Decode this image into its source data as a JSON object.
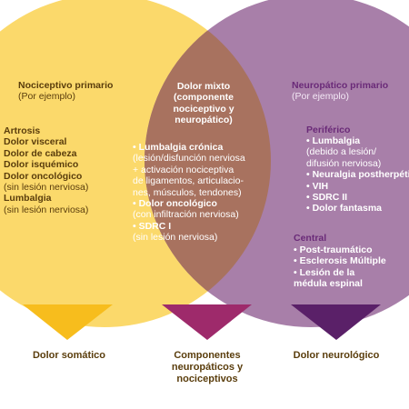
{
  "left": {
    "title": "Nociceptivo primario",
    "subtitle": "(Por ejemplo)",
    "items": [
      {
        "text": "Artrosis",
        "bold": true
      },
      {
        "text": "Dolor visceral",
        "bold": true
      },
      {
        "text": "Dolor de cabeza",
        "bold": true
      },
      {
        "text": "Dolor isquémico",
        "bold": true
      },
      {
        "text": "Dolor oncológico",
        "bold": true
      },
      {
        "text": "(sin lesión nerviosa)",
        "bold": false
      },
      {
        "text": "Lumbalgia",
        "bold": true
      },
      {
        "text": "(sin lesión nerviosa)",
        "bold": false
      }
    ],
    "footer": "Dolor somático"
  },
  "middle": {
    "title_lines": [
      "Dolor mixto",
      "(componente",
      "nociceptivo y",
      "neuropático)"
    ],
    "items": [
      {
        "text": "• Lumbalgia crónica",
        "bold": true
      },
      {
        "text": "(lesión/disfunción nerviosa",
        "bold": false
      },
      {
        "text": "+ activación nociceptiva",
        "bold": false
      },
      {
        "text": "de ligamentos, articulacio-",
        "bold": false
      },
      {
        "text": "nes, músculos, tendones)",
        "bold": false
      },
      {
        "text": "• Dolor oncológico",
        "bold": true
      },
      {
        "text": "(con infiltración nerviosa)",
        "bold": false
      },
      {
        "text": "• SDRC I",
        "bold": true
      },
      {
        "text": "(sin lesión nerviosa)",
        "bold": false
      }
    ],
    "footer_lines": [
      "Componentes",
      "neuropáticos y",
      "nociceptivos"
    ]
  },
  "right": {
    "title": "Neuropático primario",
    "subtitle": "(Por ejemplo)",
    "group1_title": "Periférico",
    "group1_items": [
      {
        "text": "• Lumbalgia",
        "bold": true
      },
      {
        "text": "(debido a lesión/",
        "bold": false
      },
      {
        "text": "difusión nerviosa)",
        "bold": false
      },
      {
        "text": "• Neuralgia postherpética",
        "bold": true
      },
      {
        "text": "• VIH",
        "bold": true
      },
      {
        "text": "• SDRC II",
        "bold": true
      },
      {
        "text": "• Dolor fantasma",
        "bold": true
      }
    ],
    "group2_title": "Central",
    "group2_items": [
      {
        "text": "• Post-traumático",
        "bold": true
      },
      {
        "text": "• Esclerosis Múltiple",
        "bold": true
      },
      {
        "text": "• Lesión de la",
        "bold": true
      },
      {
        "text": "médula espinal",
        "bold": true
      }
    ],
    "footer": "Dolor neurológico"
  },
  "colors": {
    "yellow": "#fbd96b",
    "overlap": "#a8725f",
    "purple": "#a87fa9",
    "arrow_left": "#f7bd1d",
    "arrow_mid": "#9e2a6b",
    "arrow_right": "#5a2068",
    "text_brown": "#5a3d0c"
  }
}
